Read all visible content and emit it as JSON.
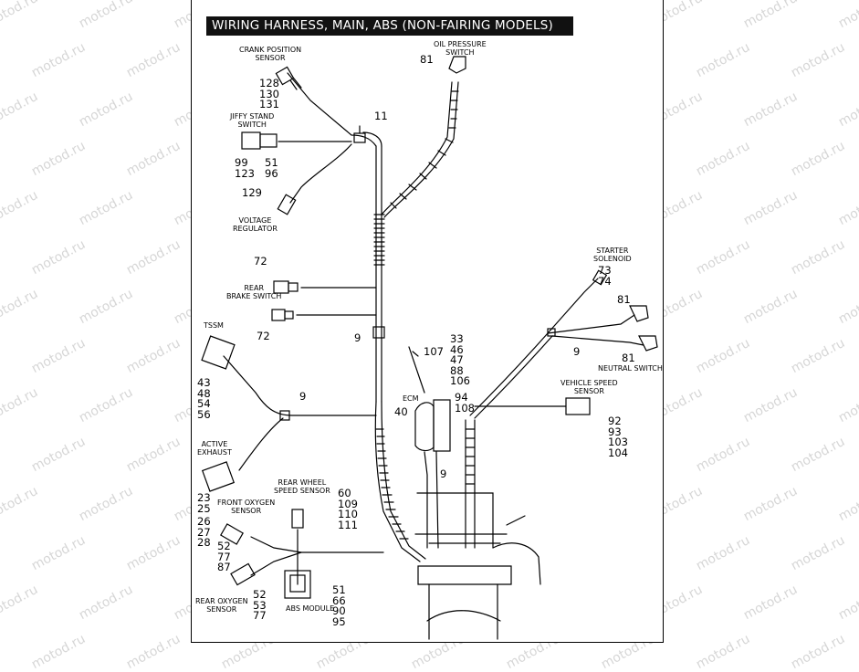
{
  "title": "WIRING HARNESS, MAIN, ABS (NON-FAIRING MODELS)",
  "watermark": "motod.ru",
  "components": {
    "crank_position_sensor": [
      "CRANK POSITION",
      "SENSOR"
    ],
    "jiffy_stand_switch": [
      "JIFFY STAND",
      "SWITCH"
    ],
    "voltage_regulator": [
      "VOLTAGE",
      "REGULATOR"
    ],
    "oil_pressure_switch": [
      "OIL PRESSURE",
      "SWITCH"
    ],
    "rear_brake_switch": [
      "REAR",
      "BRAKE SWITCH"
    ],
    "tssm": [
      "TSSM"
    ],
    "active_exhaust": [
      "ACTIVE",
      "EXHAUST"
    ],
    "front_oxygen_sensor": [
      "FRONT OXYGEN",
      "SENSOR"
    ],
    "rear_wheel_speed_sensor": [
      "REAR WHEEL",
      "SPEED SENSOR"
    ],
    "abs_module": [
      "ABS MODULE"
    ],
    "rear_oxygen_sensor": [
      "REAR OXYGEN",
      "SENSOR"
    ],
    "ecm": [
      "ECM"
    ],
    "starter_solenoid": [
      "STARTER",
      "SOLENOID"
    ],
    "neutral_switch": [
      "NEUTRAL SWITCH"
    ],
    "vehicle_speed_sensor": [
      "VEHICLE SPEED",
      "SENSOR"
    ]
  },
  "callouts": {
    "crank": [
      "128",
      "130",
      "131"
    ],
    "jiffy_left": [
      "99",
      "123"
    ],
    "jiffy_right": [
      "51",
      "96"
    ],
    "vr": "129",
    "clip_top": "11",
    "oil": "81",
    "brake_top": "72",
    "brake_bottom": "72",
    "clip_mid": "9",
    "tssm": [
      "43",
      "48",
      "54",
      "56"
    ],
    "clip_left": "9",
    "active_exhaust": [
      "23",
      "25"
    ],
    "front_oxygen": [
      "26",
      "27",
      "28"
    ],
    "front_oxygen_b": [
      "52",
      "77",
      "87"
    ],
    "rear_wheel": [
      "60",
      "109",
      "110",
      "111"
    ],
    "abs": [
      "51",
      "66",
      "90",
      "95"
    ],
    "rear_oxygen": [
      "52",
      "53",
      "77"
    ],
    "ecm_107": "107",
    "ecm_col": [
      "33",
      "46",
      "47",
      "88",
      "106"
    ],
    "ecm_40": "40",
    "ecm_94": [
      "94",
      "108"
    ],
    "ecm_9": "9",
    "starter": [
      "73",
      "74"
    ],
    "neutral_top": "81",
    "neutral_bottom": "81",
    "clip_right": "9",
    "vss": [
      "92",
      "93",
      "103",
      "104"
    ]
  }
}
